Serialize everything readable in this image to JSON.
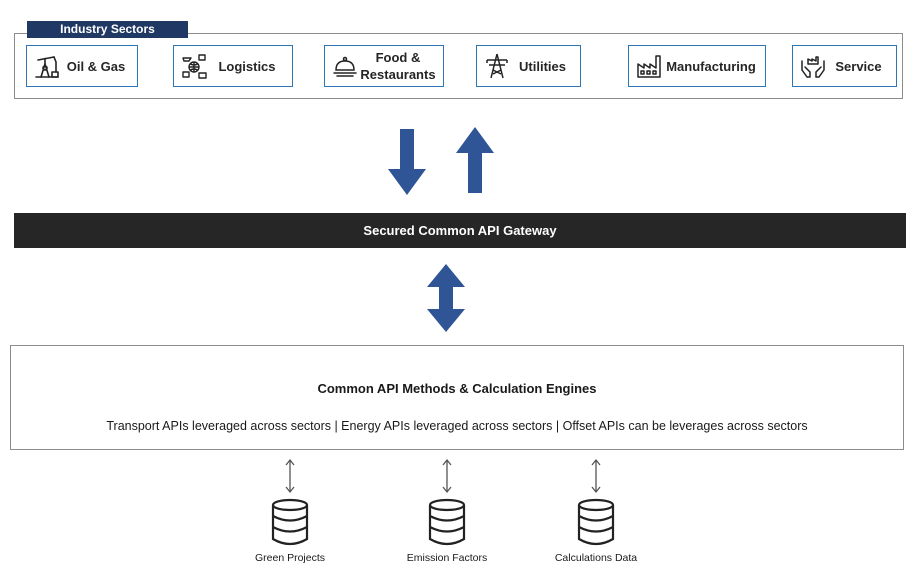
{
  "sectors": {
    "tag": "Industry Sectors",
    "items": [
      {
        "label": "Oil & Gas",
        "icon": "oil-pump-icon"
      },
      {
        "label": "Logistics",
        "icon": "logistics-icon"
      },
      {
        "label": "Food &\nRestaurants",
        "icon": "food-cloche-icon"
      },
      {
        "label": "Utilities",
        "icon": "power-tower-icon"
      },
      {
        "label": "Manufacturing",
        "icon": "factory-icon"
      },
      {
        "label": "Service",
        "icon": "service-hands-icon"
      }
    ]
  },
  "gateway": {
    "label": "Secured Common API Gateway"
  },
  "engines": {
    "title": "Common API Methods & Calculation Engines",
    "subtitle": "Transport APIs leveraged across sectors | Energy APIs leveraged across sectors | Offset APIs can be leverages across sectors"
  },
  "datastores": [
    {
      "label": "Green Projects",
      "icon": "database-icon"
    },
    {
      "label": "Emission Factors",
      "icon": "database-icon"
    },
    {
      "label": "Calculations Data",
      "icon": "database-icon"
    }
  ],
  "colors": {
    "arrow": "#2f5597",
    "sector_border": "#2e75b6",
    "tag_bg": "#1f3864",
    "gateway_bg": "#262626"
  }
}
